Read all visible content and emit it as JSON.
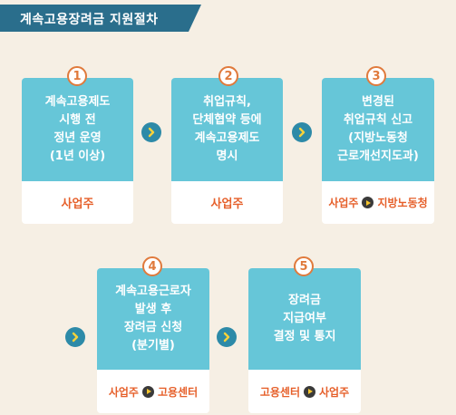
{
  "title": "계속고용장려금 지원절차",
  "steps": [
    {
      "number": "1",
      "lines": [
        "계속고용제도",
        "시행 전",
        "정년 운영",
        "(1년 이상)"
      ],
      "actor_from": "사업주",
      "actor_to": ""
    },
    {
      "number": "2",
      "lines": [
        "취업규칙,",
        "단체협약 등에",
        "계속고용제도",
        "명시"
      ],
      "actor_from": "사업주",
      "actor_to": ""
    },
    {
      "number": "3",
      "lines": [
        "변경된",
        "취업규칙 신고",
        "(지방노동청",
        "근로개선지도과)"
      ],
      "actor_from": "사업주",
      "actor_to": "지방노동청"
    },
    {
      "number": "4",
      "lines": [
        "계속고용근로자",
        "발생 후",
        "장려금 신청",
        "(분기별)"
      ],
      "actor_from": "사업주",
      "actor_to": "고용센터"
    },
    {
      "number": "5",
      "lines": [
        "장려금",
        "지급여부",
        "결정 및 통지"
      ],
      "actor_from": "고용센터",
      "actor_to": "사업주"
    }
  ],
  "colors": {
    "title_bg": "#2a6e8c",
    "card_top": "#66c6d8",
    "accent_orange": "#e6602b",
    "arrow_blue": "#2d8aa8",
    "background": "#f6efe4"
  },
  "icons": {
    "flow_arrow": "chevron-right-circle-icon",
    "actor_arrow": "play-circle-icon"
  }
}
